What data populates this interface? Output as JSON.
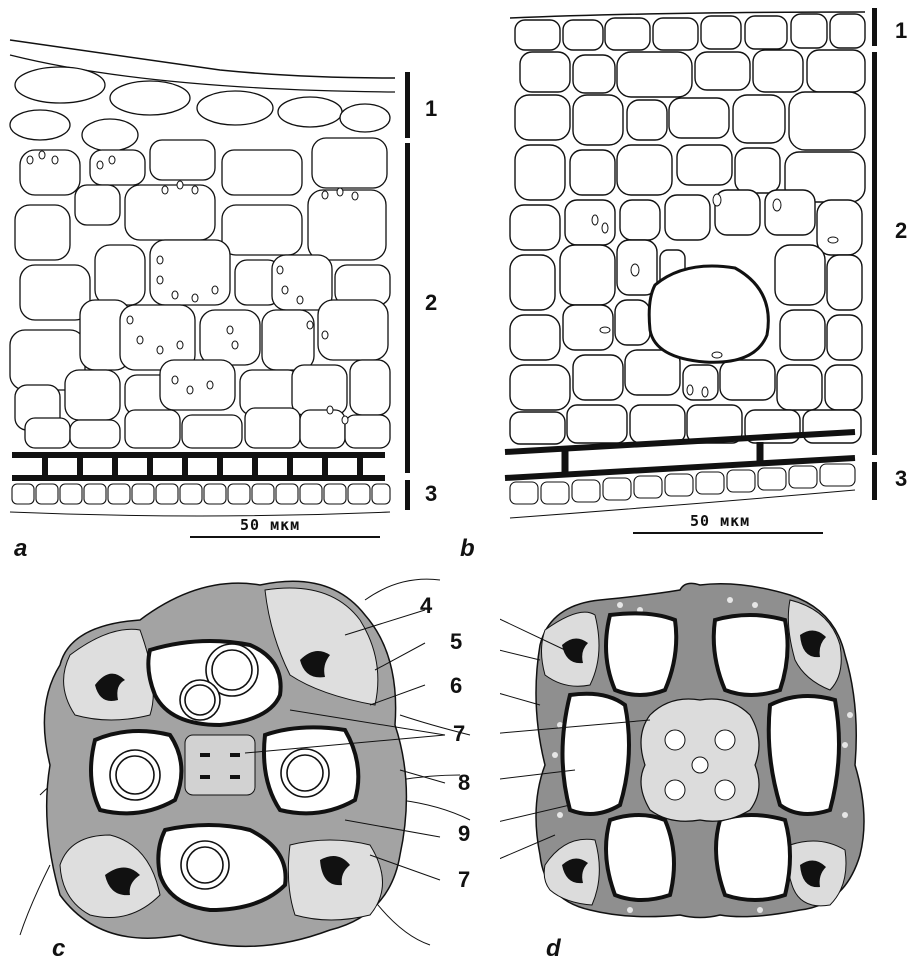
{
  "panels": [
    {
      "letter": "a",
      "scale_text": "50 мкм",
      "layers": [
        "1",
        "2",
        "3"
      ]
    },
    {
      "letter": "b",
      "scale_text": "50 мкм",
      "layers": [
        "1",
        "2",
        "3"
      ]
    },
    {
      "letter": "c",
      "callouts": [
        "4",
        "5",
        "6",
        "7",
        "8",
        "9",
        "7"
      ]
    },
    {
      "letter": "d"
    }
  ],
  "colors": {
    "line": "#111111",
    "tissue_dark": "#8f8f8f",
    "tissue_light": "#dcdcdc",
    "mid": "#bdbdbd"
  }
}
